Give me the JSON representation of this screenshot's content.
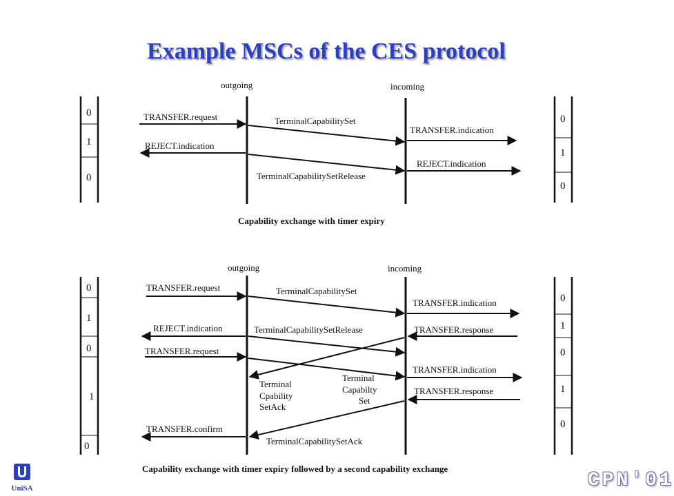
{
  "title": "Example MSCs of the CES protocol",
  "diagram1": {
    "outgoing": "outgoing",
    "incoming": "incoming",
    "transfer_request": "TRANSFER.request",
    "tcs": "TerminalCapabilitySet",
    "transfer_indication": "TRANSFER.indication",
    "reject_indication_left": "REJECT.indication",
    "reject_indication_right": "REJECT.indication",
    "tcs_release": "TerminalCapabilitySetRelease",
    "caption": "Capability exchange with timer expiry",
    "left_states": [
      "0",
      "1",
      "0"
    ],
    "right_states": [
      "0",
      "1",
      "0"
    ]
  },
  "diagram2": {
    "outgoing": "outgoing",
    "incoming": "incoming",
    "transfer_request_1": "TRANSFER.request",
    "tcs_1": "TerminalCapabilitySet",
    "transfer_indication_1": "TRANSFER.indication",
    "reject_indication": "REJECT.indication",
    "tcs_release": "TerminalCapabilitySetRelease",
    "transfer_response_1": "TRANSFER.response",
    "transfer_request_2": "TRANSFER.request",
    "transfer_indication_2": "TRANSFER.indication",
    "tcs_ack_left": [
      "Terminal",
      "Cpability",
      "SetAck"
    ],
    "tcs_2": [
      "Terminal",
      "Capabilty",
      "Set"
    ],
    "transfer_response_2": "TRANSFER.response",
    "transfer_confirm": "TRANSFER.confirm",
    "tcs_ack": "TerminalCapabilitySetAck",
    "caption": "Capability exchange with timer expiry followed by a second capability exchange",
    "left_states": [
      "0",
      "1",
      "0",
      "1",
      "0"
    ],
    "right_states": [
      "0",
      "1",
      "0",
      "1",
      "0"
    ]
  },
  "footer": {
    "unisa": "UniSA",
    "cpn": "CPN'01"
  },
  "colors": {
    "title": "#2b3fc0",
    "ink": "#111111"
  }
}
